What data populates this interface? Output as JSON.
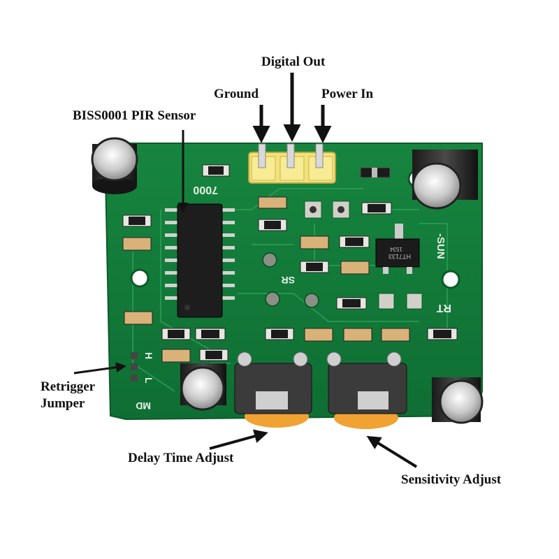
{
  "labels": {
    "digital_out": "Digital Out",
    "ground": "Ground",
    "power_in": "Power In",
    "pir_sensor": "BISS0001 PIR Sensor",
    "retrigger_line1": "Retrigger",
    "retrigger_line2": "Jumper",
    "delay_time": "Delay Time Adjust",
    "sensitivity": "Sensitivity Adjust"
  },
  "silkscreen": {
    "h": "H",
    "l": "L",
    "md": "MD",
    "sr": "SR",
    "rt": "RT",
    "sun": "-SUN",
    "code": "7000",
    "regulator": "HT7133",
    "regulator_lot": "1534"
  },
  "colors": {
    "board": "#12793a",
    "header": "#f2e27a",
    "pot_knob": "#f0a233",
    "arrow": "#111111"
  }
}
